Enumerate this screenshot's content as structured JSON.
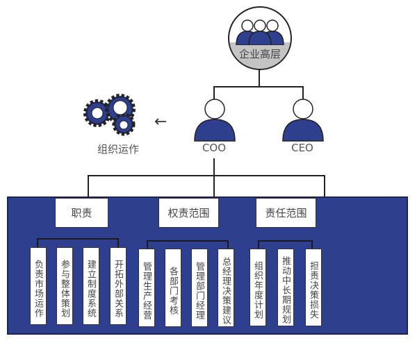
{
  "top": {
    "label": "企业高层",
    "icon": "group-people-icon"
  },
  "executives": [
    {
      "label": "COO"
    },
    {
      "label": "CEO"
    }
  ],
  "operation": {
    "label": "组织运作",
    "icon": "gears-icon",
    "arrow": "←"
  },
  "colors": {
    "accent": "#2d3f8e",
    "gray": "#c4c4c4"
  },
  "categories": [
    {
      "label": "职责",
      "items": [
        "负责市场运作",
        "参与整体策划",
        "建立制度系统",
        "开拓外部关系"
      ]
    },
    {
      "label": "权责范围",
      "items": [
        "管理生产经营",
        "各部门考核",
        "管理部门经理",
        "总经理决策建议"
      ]
    },
    {
      "label": "责任范围",
      "items": [
        "组织年度计划",
        "推动中长期规划",
        "担责决策损失"
      ]
    }
  ]
}
